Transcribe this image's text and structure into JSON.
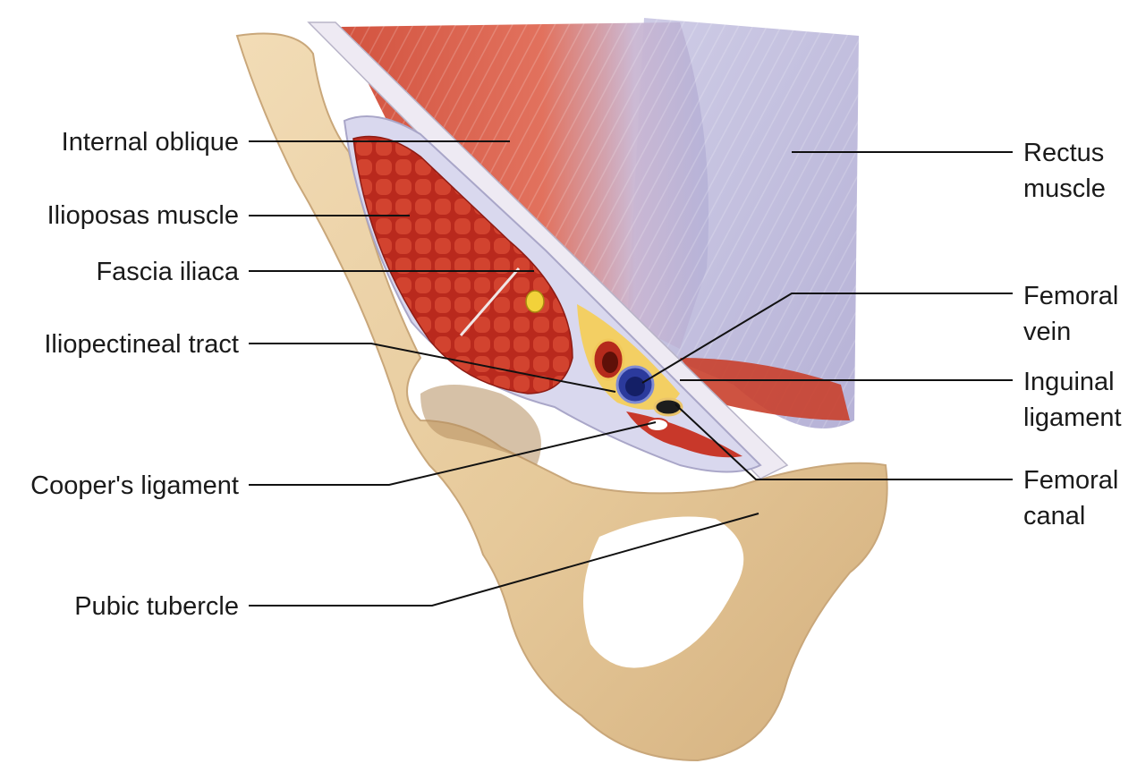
{
  "labels": {
    "internal_oblique": "Internal oblique",
    "iliopsoas_muscle": "Ilioposas muscle",
    "fascia_iliaca": "Fascia iliaca",
    "iliopectineal_tract": "Iliopectineal tract",
    "coopers_ligament": "Cooper's ligament",
    "pubic_tubercle": "Pubic tubercle",
    "rectus_line1": "Rectus",
    "rectus_line2": "muscle",
    "femoral_vein_line1": "Femoral",
    "femoral_vein_line2": "vein",
    "inguinal_line1": "Inguinal",
    "inguinal_line2": "ligament",
    "femoral_canal_line1": "Femoral",
    "femoral_canal_line2": "canal"
  },
  "colors": {
    "bone": "#ead2a8",
    "bone_shadow": "#c9a77a",
    "muscle": "#c8382a",
    "muscle_dark": "#8e1c14",
    "fascia": "#d9d8ee",
    "rectus": "#b9b6d8",
    "fat": "#f3cf63",
    "vein": "#2b3a9c",
    "artery": "#b52a1c",
    "canal": "#1d1d1d",
    "leader_line": "#111111"
  }
}
